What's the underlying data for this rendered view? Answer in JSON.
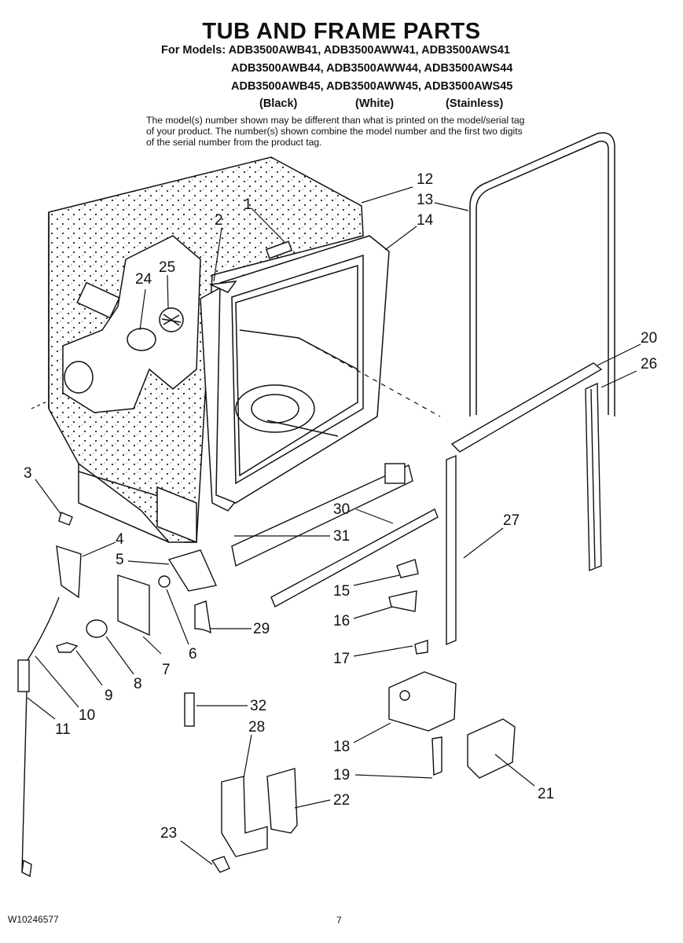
{
  "header": {
    "title": "TUB AND FRAME PARTS",
    "models_line1": "For Models: ADB3500AWB41, ADB3500AWW41, ADB3500AWS41",
    "models_line2": "ADB3500AWB44, ADB3500AWW44, ADB3500AWS44",
    "models_line3": "ADB3500AWB45, ADB3500AWW45, ADB3500AWS45",
    "color_black": "(Black)",
    "color_white": "(White)",
    "color_stainless": "(Stainless)",
    "note": "The model(s) number shown may be different than what is printed on the model/serial tag of your product. The number(s) shown combine the model number and the first two digits of the serial number from the product tag."
  },
  "callouts": {
    "p1": "1",
    "p2": "2",
    "p3": "3",
    "p4": "4",
    "p5": "5",
    "p6": "6",
    "p7": "7",
    "p8": "8",
    "p9": "9",
    "p10": "10",
    "p11": "11",
    "p12": "12",
    "p13": "13",
    "p14": "14",
    "p15": "15",
    "p16": "16",
    "p17": "17",
    "p18": "18",
    "p19": "19",
    "p20": "20",
    "p21": "21",
    "p22": "22",
    "p23": "23",
    "p24": "24",
    "p25": "25",
    "p26": "26",
    "p27": "27",
    "p28": "28",
    "p29": "29",
    "p30": "30",
    "p31": "31",
    "p32": "32"
  },
  "footer": {
    "doc_number": "W10246577",
    "page_number": "7"
  }
}
